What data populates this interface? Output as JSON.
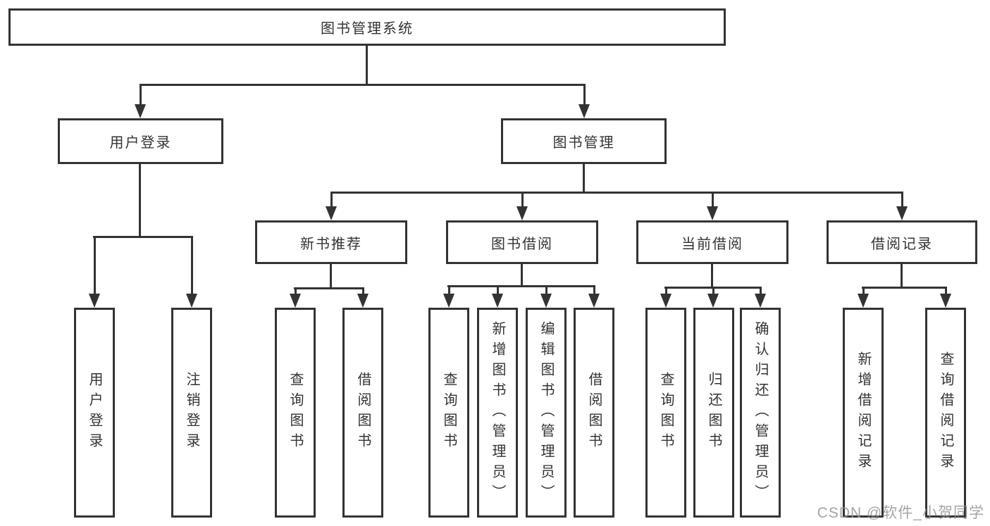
{
  "watermark": {
    "text": "CSDN @软件_小贺同学"
  },
  "diagram": {
    "root": {
      "label": "图书管理系统",
      "children": [
        {
          "label": "用户登录",
          "children": [
            {
              "label": "用户登录"
            },
            {
              "label": "注销登录"
            }
          ]
        },
        {
          "label": "图书管理",
          "children": [
            {
              "label": "新书推荐",
              "children": [
                {
                  "label": "查询图书"
                },
                {
                  "label": "借阅图书"
                }
              ]
            },
            {
              "label": "图书借阅",
              "children": [
                {
                  "label": "查询图书"
                },
                {
                  "label": "新增图书（管理员）"
                },
                {
                  "label": "编辑图书（管理员）"
                },
                {
                  "label": "借阅图书"
                }
              ]
            },
            {
              "label": "当前借阅",
              "children": [
                {
                  "label": "查询图书"
                },
                {
                  "label": "归还图书"
                },
                {
                  "label": "确认归还（管理员）"
                }
              ]
            },
            {
              "label": "借阅记录",
              "children": [
                {
                  "label": "新增借阅记录"
                },
                {
                  "label": "查询借阅记录"
                }
              ]
            }
          ]
        }
      ]
    }
  }
}
